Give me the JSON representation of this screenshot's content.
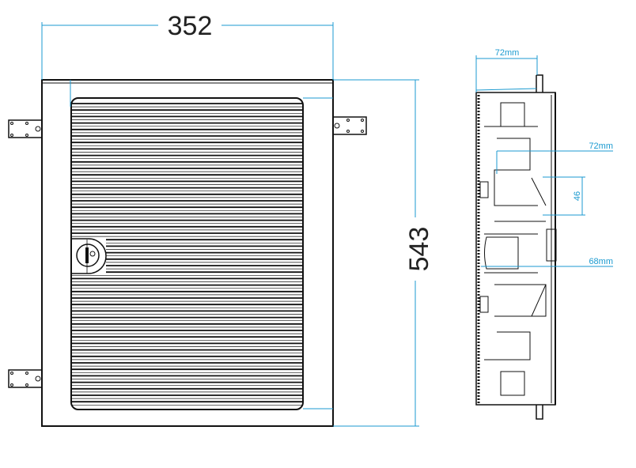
{
  "drawing": {
    "front_view": {
      "width_label": "352",
      "height_label": "543"
    },
    "side_view": {
      "depth_top_label": "72mm",
      "depth_mid_label": "72mm",
      "module_height_label": "46",
      "depth_bottom_label": "68mm"
    },
    "colors": {
      "dimension": "#1b9ad0",
      "outline": "#111111"
    }
  }
}
